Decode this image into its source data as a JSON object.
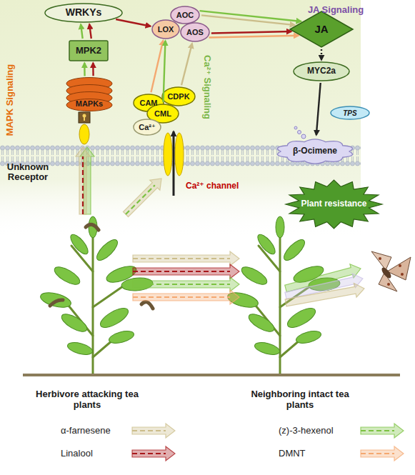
{
  "diagram": {
    "nodes": [
      {
        "text": [
          "WRKYs"
        ]
      },
      {
        "text": [
          "MPK2"
        ]
      },
      {
        "text": [
          "MAPKs"
        ]
      },
      {
        "text": [
          "Unknown Receptor"
        ]
      },
      {
        "text": [
          "AOC"
        ]
      },
      {
        "text": [
          "LOX"
        ]
      },
      {
        "text": [
          "AOS"
        ]
      },
      {
        "text": [
          "CAM"
        ]
      },
      {
        "text": [
          "CDPK"
        ]
      },
      {
        "text": [
          "CML"
        ]
      },
      {
        "text": [
          "Ca²⁺"
        ]
      },
      {
        "text": [
          "Ca²⁺ channel"
        ]
      },
      {
        "text": [
          "JA"
        ]
      },
      {
        "text": [
          "MYC2a"
        ]
      },
      {
        "text": [
          "TPS"
        ]
      },
      {
        "text": [
          "β-Ocimene"
        ]
      },
      {
        "text": [
          "Plant resistance"
        ]
      }
    ],
    "edges": [
      {
        "from": 2,
        "to": 1,
        "arrow": "to"
      },
      {
        "from": 2,
        "to": 1,
        "arrow": "to"
      },
      {
        "from": 1,
        "to": 0,
        "arrow": "to"
      },
      {
        "from": 1,
        "to": 0,
        "arrow": "to"
      },
      {
        "from": 0,
        "to": 5,
        "arrow": "to"
      },
      {
        "from": 7,
        "to": 5,
        "arrow": "to"
      },
      {
        "from": 9,
        "to": 5,
        "arrow": "to"
      },
      {
        "from": 8,
        "to": 6,
        "arrow": "to"
      },
      {
        "from": 4,
        "to": 12,
        "arrow": "to"
      },
      {
        "from": 4,
        "to": 12,
        "arrow": "to"
      },
      {
        "from": 6,
        "to": 12,
        "arrow": "to"
      },
      {
        "from": 6,
        "to": 12,
        "arrow": "to"
      },
      {
        "from": 12,
        "to": 13,
        "arrow": "to"
      },
      {
        "from": 13,
        "to": 15,
        "arrow": "to"
      }
    ],
    "labels": [
      "JA Signaling",
      "MAPK Signaling",
      "Ca²⁺ Signaling",
      "Herbivore attacking tea plants",
      "Neighboring intact tea plants"
    ],
    "legend": [
      {
        "text": "α-farnesene"
      },
      {
        "text": "Linalool"
      },
      {
        "text": "(z)-3-hexenol"
      },
      {
        "text": "DMNT"
      }
    ]
  }
}
